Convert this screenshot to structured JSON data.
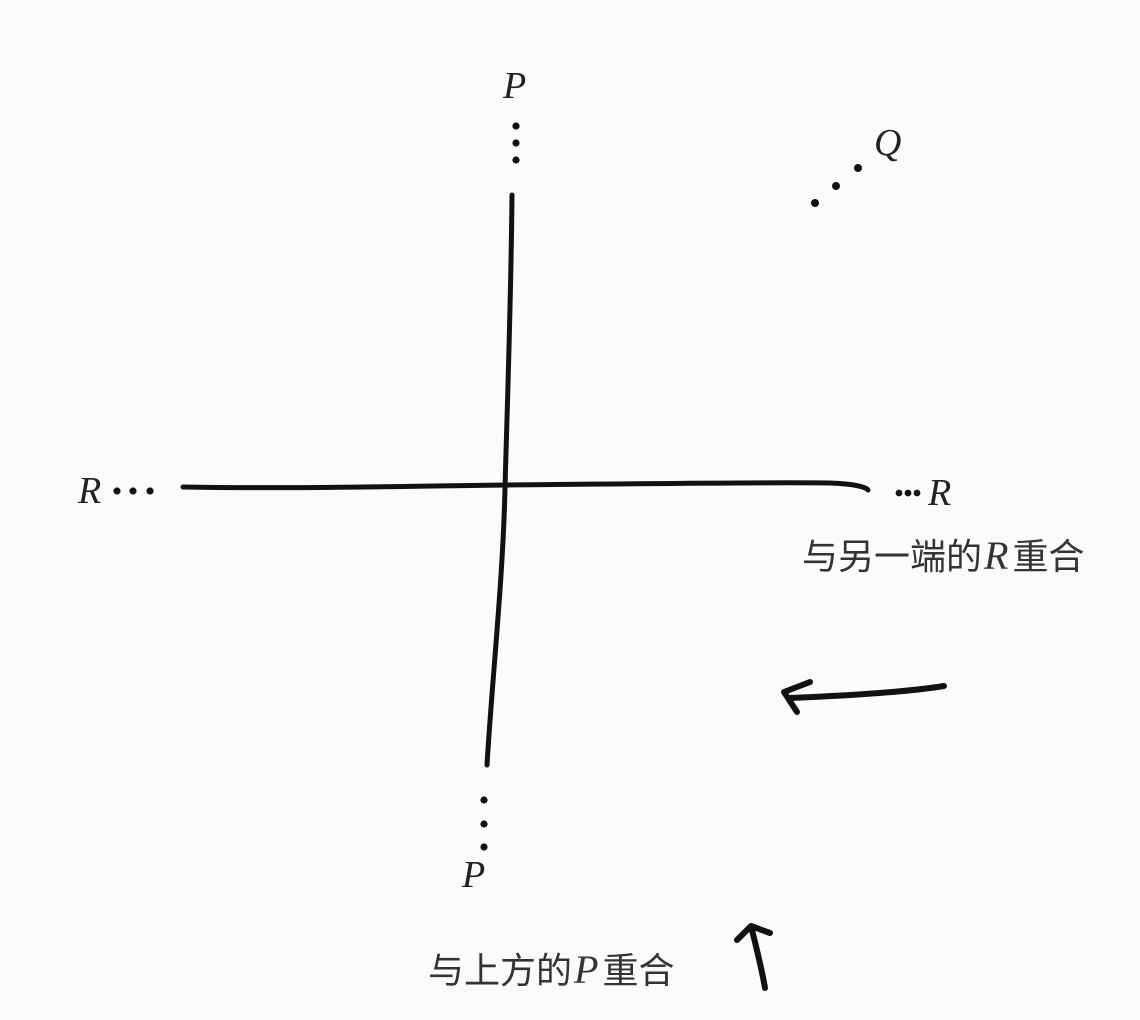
{
  "labels": {
    "top": "P",
    "bottom": "P",
    "left": "R",
    "right": "R",
    "corner": "Q"
  },
  "notes": {
    "right": {
      "before": "与另一端的",
      "letter": "R",
      "after": "重合"
    },
    "bottom": {
      "before": "与上方的",
      "letter": "P",
      "after": "重合"
    }
  }
}
